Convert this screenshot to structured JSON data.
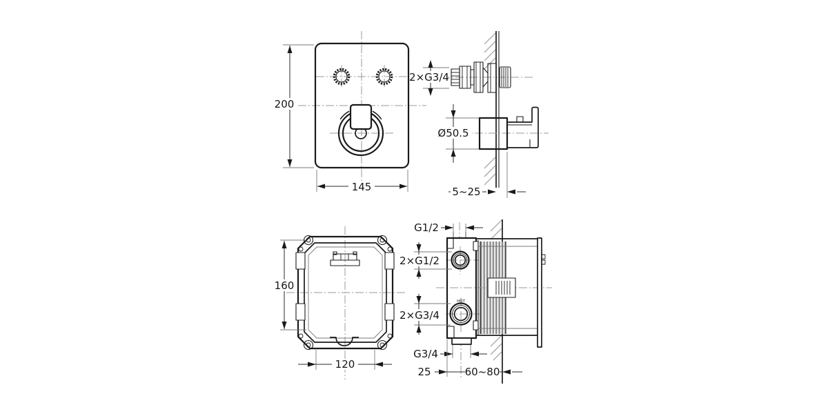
{
  "drawing": {
    "trim_front": {
      "height": "200",
      "width": "145"
    },
    "trim_side": {
      "inlets": "2×G3/4",
      "knob_diameter": "Ø50.5",
      "wall_depth": "5~25"
    },
    "box_front": {
      "height": "160",
      "width": "120"
    },
    "box_side": {
      "top_outlet": "G1/2",
      "side_outlets": "2×G1/2",
      "side_inlets": "2×G3/4",
      "bottom_outlet": "G3/4",
      "front_offset": "25",
      "install_depth": "60~80",
      "hot_marking": "HOT"
    }
  },
  "colors": {
    "line": "#1a1a1a",
    "centerline": "#9a9a9a",
    "hatch": "#9a9a9a",
    "hot_indicator": "#e02a20",
    "cold_indicator": "#2b3cdc"
  }
}
